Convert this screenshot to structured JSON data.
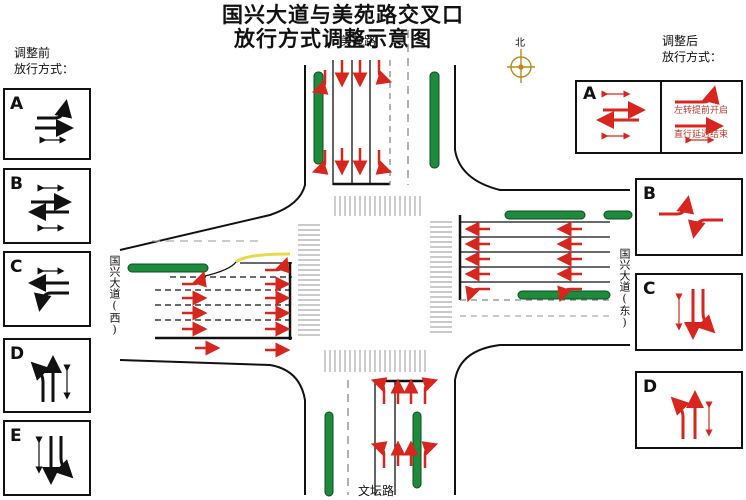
{
  "title_line1": "国兴大道与美苑路交叉口",
  "title_line2": "放行方式调整示意图",
  "north_label": "北",
  "before_label_1": "调整前",
  "before_label_2": "放行方式：",
  "after_label_1": "调整后",
  "after_label_2": "放行方式：",
  "roads": {
    "north": "美苑路",
    "south": "文坛路",
    "west": "国兴大道(西)",
    "east": "国兴大道(东)"
  },
  "before_phases": [
    "A",
    "B",
    "C",
    "D",
    "E"
  ],
  "after_phases": [
    "A",
    "B",
    "C",
    "D"
  ],
  "after_a_notes": [
    "左转提前开启",
    "直行延迟结束"
  ],
  "colors": {
    "arrow_red": "#d7261e",
    "island_green": "#1e8a3c",
    "black": "#111111"
  }
}
